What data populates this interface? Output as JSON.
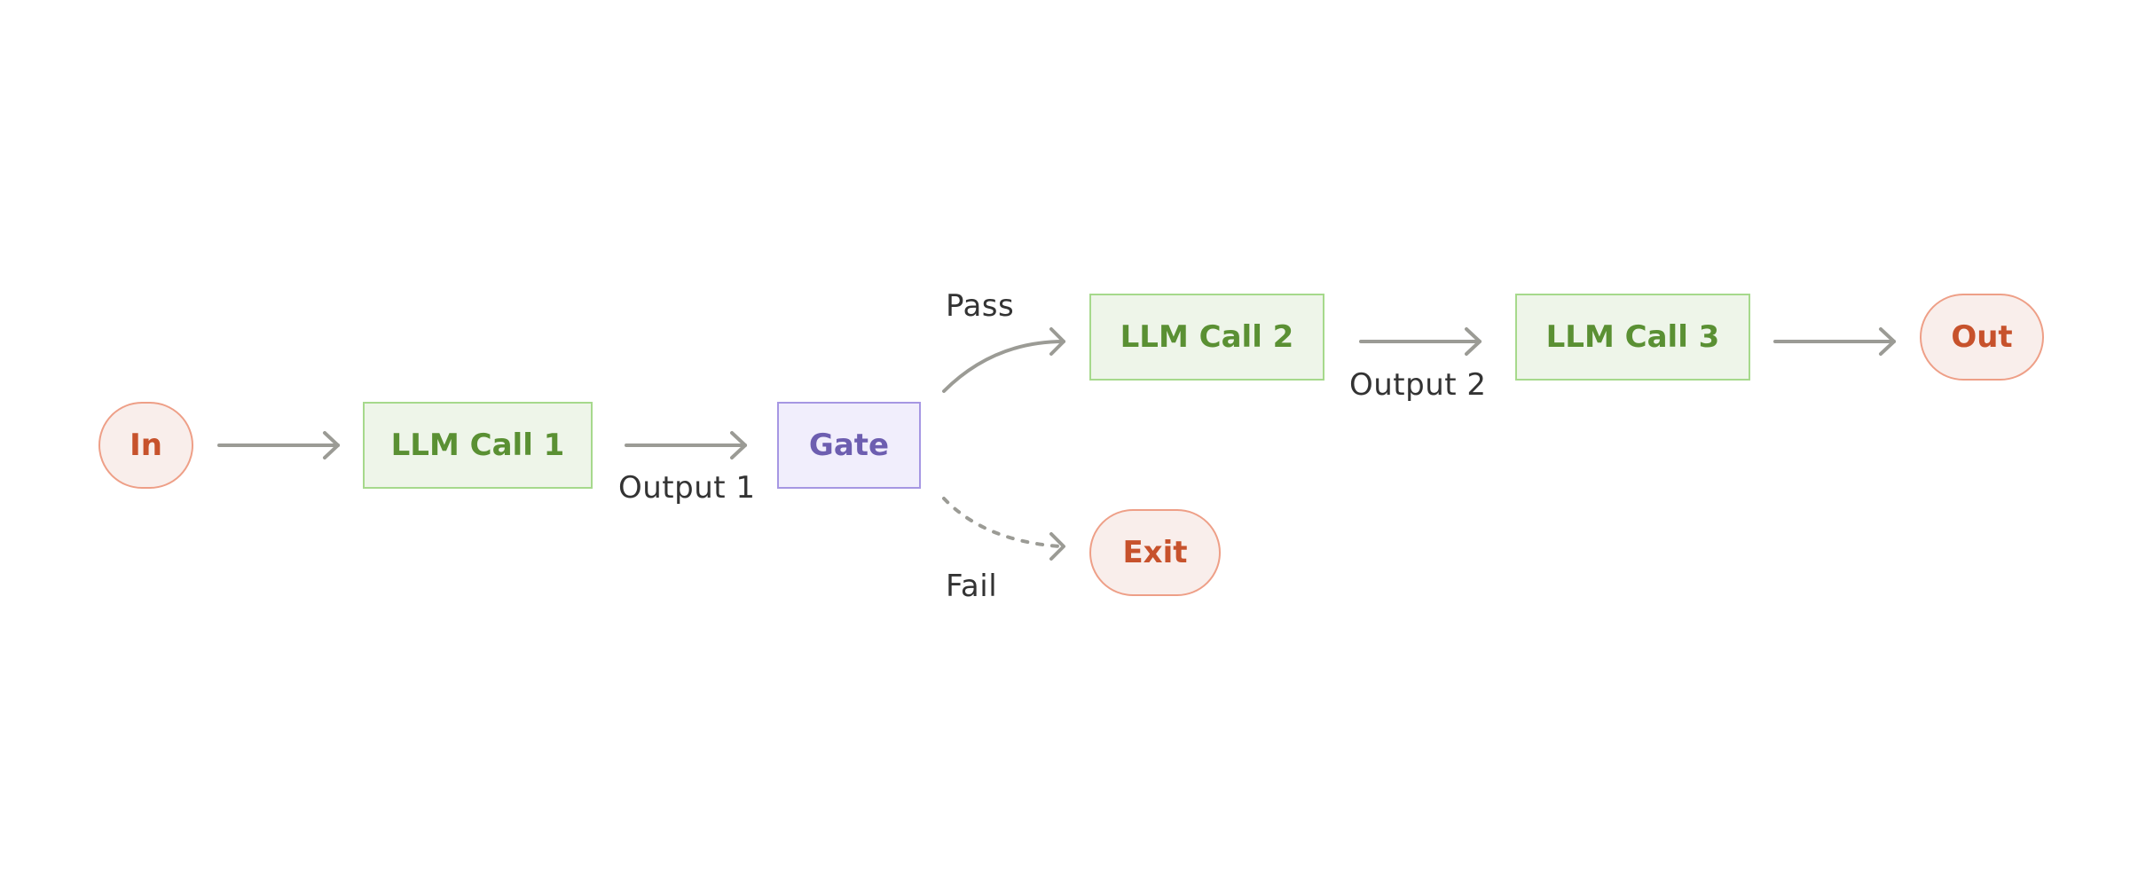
{
  "nodes": {
    "in": "In",
    "llm_call_1": "LLM Call 1",
    "gate": "Gate",
    "llm_call_2": "LLM Call 2",
    "llm_call_3": "LLM Call 3",
    "out": "Out",
    "exit": "Exit"
  },
  "edge_labels": {
    "output_1": "Output 1",
    "pass": "Pass",
    "fail": "Fail",
    "output_2": "Output 2"
  },
  "colors": {
    "terminal_fill": "#f9eeeb",
    "terminal_border": "#ee9f87",
    "terminal_text": "#c7522c",
    "llm_fill": "#eef5e9",
    "llm_border": "#a6d98c",
    "llm_text": "#5a9033",
    "gate_fill": "#f1eefc",
    "gate_border": "#a697e3",
    "gate_text": "#6d5eb0",
    "arrow": "#9b9b95"
  }
}
